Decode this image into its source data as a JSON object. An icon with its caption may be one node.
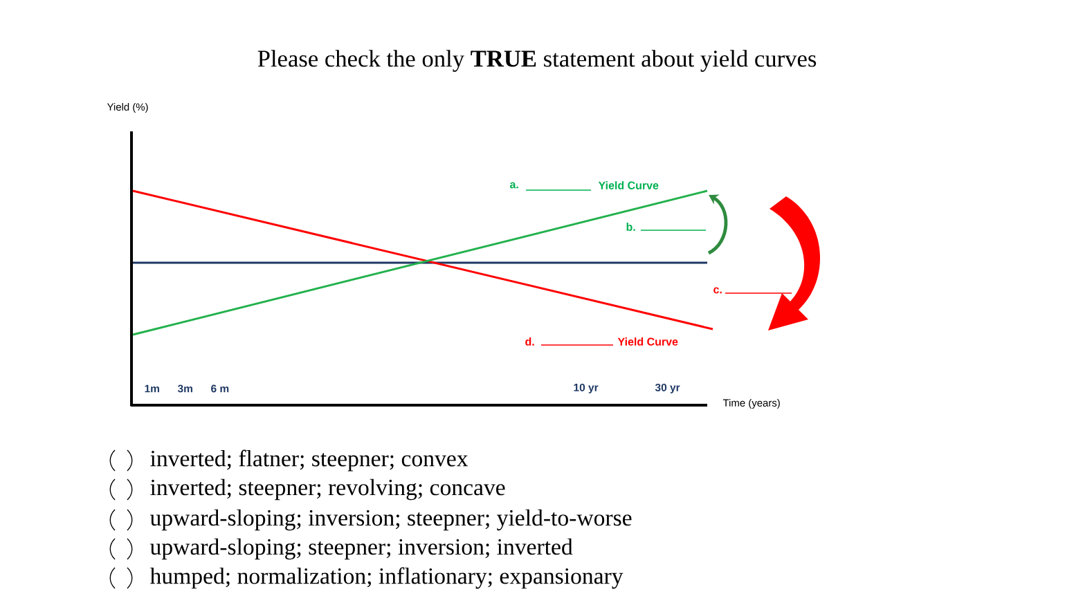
{
  "diagram": {
    "title": "Please check the only **TRUE** statement about yield curves",
    "labels": [
      "Yield (%)",
      "a.",
      "Yield Curve",
      "b.",
      "c.",
      "d.",
      "Yield Curve",
      "1m",
      "3m",
      "6 m",
      "10 yr",
      "30 yr",
      "Time (years)",
      "inverted; flatner; steepner; convex",
      "inverted; steepner; revolving; concave",
      "upward-sloping; inversion; steepner; yield-to-worse",
      "upward-sloping; steepner; inversion; inverted",
      "humped; normalization; inflationary; expansionary"
    ]
  }
}
